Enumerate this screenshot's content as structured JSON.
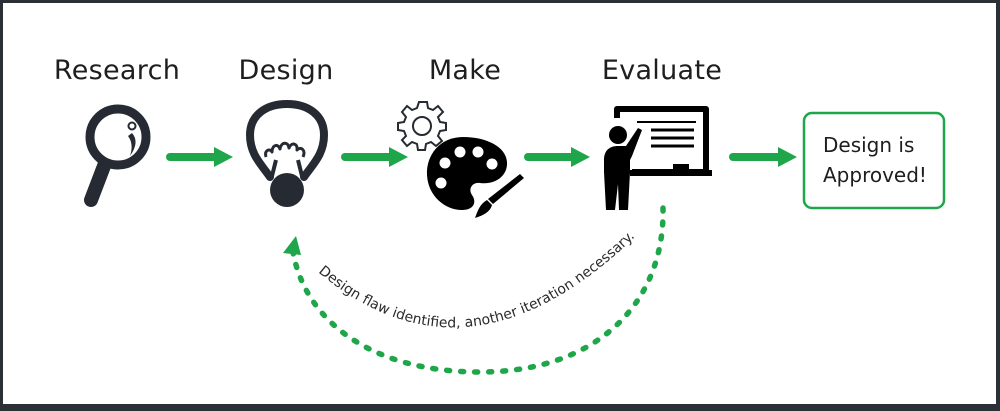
{
  "diagram": {
    "title": "Design process iteration loop",
    "colors": {
      "accent": "#1fa64a",
      "icon": "#262a33",
      "text": "#1e1e1e",
      "frame": "#2b2f36"
    },
    "stages": [
      {
        "label": "Research",
        "icon": "magnifying-glass-icon"
      },
      {
        "label": "Design",
        "icon": "lightbulb-icon"
      },
      {
        "label": "Make",
        "icon": "gear-and-paint-palette-icon"
      },
      {
        "label": "Evaluate",
        "icon": "presenter-at-whiteboard-icon"
      }
    ],
    "outcome": {
      "line1": "Design is",
      "line2": "Approved!"
    },
    "loop": {
      "from": "Evaluate",
      "to": "Design",
      "label": "Design flaw identified, another iteration necessary."
    }
  }
}
